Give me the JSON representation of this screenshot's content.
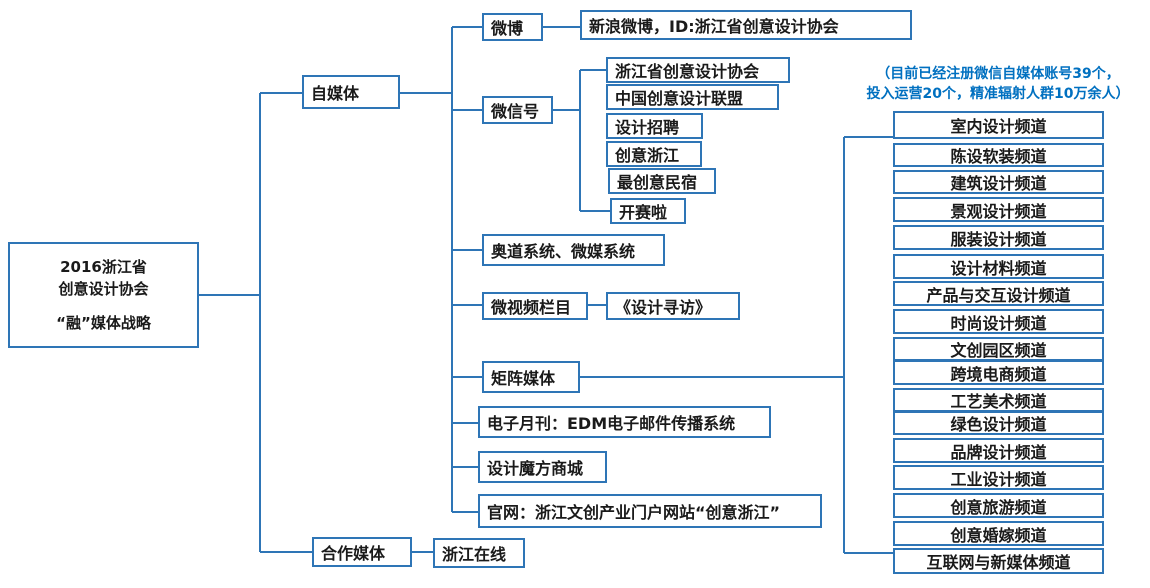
{
  "root": {
    "line1": "2016浙江省",
    "line2": "创意设计协会",
    "line3": "“融”媒体战略"
  },
  "level1": {
    "self_media": "自媒体",
    "partner_media": "合作媒体"
  },
  "self_media_items": {
    "weibo": "微博",
    "weixin": "微信号",
    "aodao": "奥道系统、微媒系统",
    "video": "微视频栏目",
    "matrix": "矩阵媒体",
    "edm": "电子月刊：EDM电子邮件传播系统",
    "mall": "设计魔方商城",
    "website": "官网：浙江文创产业门户网站“创意浙江”"
  },
  "weibo_detail": "新浪微博，ID:浙江省创意设计协会",
  "weixin_accounts": [
    "浙江省创意设计协会",
    "中国创意设计联盟",
    "设计招聘",
    "创意浙江",
    "最创意民宿",
    "开赛啦"
  ],
  "video_detail": "《设计寻访》",
  "partner_detail": "浙江在线",
  "matrix_note": {
    "line1": "（目前已经注册微信自媒体账号39个，",
    "line2": "投入运营20个，精准辐射人群10万余人）"
  },
  "channels": [
    "室内设计频道",
    "陈设软装频道",
    "建筑设计频道",
    "景观设计频道",
    "服装设计频道",
    "设计材料频道",
    "产品与交互设计频道",
    "时尚设计频道",
    "文创园区频道",
    "跨境电商频道",
    "工艺美术频道",
    "绿色设计频道",
    "品牌设计频道",
    "工业设计频道",
    "创意旅游频道",
    "创意婚嫁频道",
    "互联网与新媒体频道"
  ],
  "colors": {
    "line": "#2e75b6",
    "note": "#0070c0"
  }
}
